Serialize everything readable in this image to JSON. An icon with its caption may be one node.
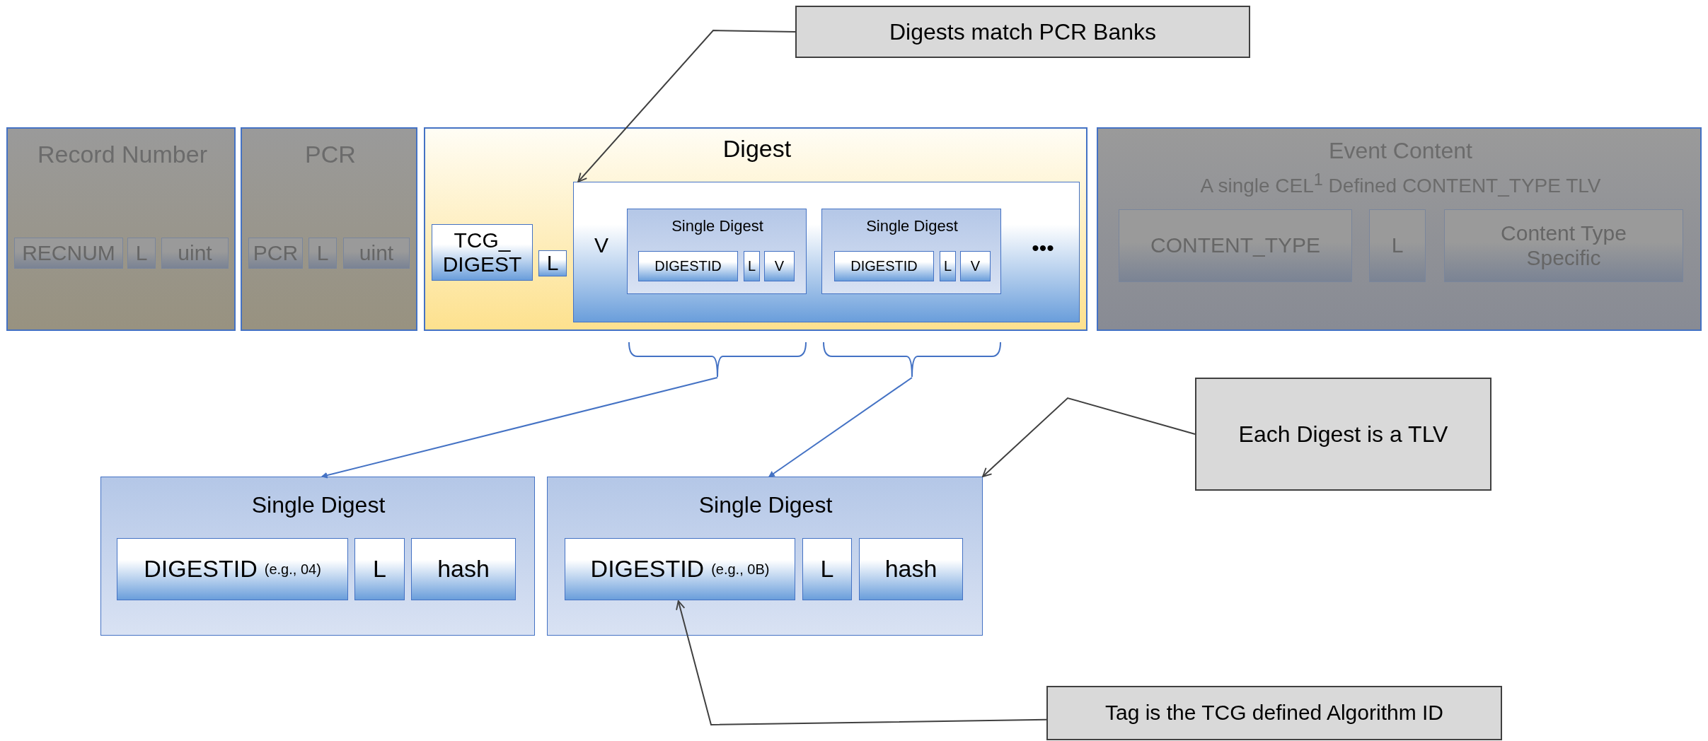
{
  "diagram": {
    "nodes": [
      {
        "text": [
          "Digests match PCR Banks"
        ]
      },
      {
        "text": [
          "Record Number"
        ]
      },
      {
        "text": [
          "RECNUM"
        ],
        "in": 1
      },
      {
        "text": [
          "L"
        ],
        "in": 1
      },
      {
        "text": [
          "uint"
        ],
        "in": 1
      },
      {
        "text": [
          "PCR"
        ]
      },
      {
        "text": [
          "PCR"
        ],
        "in": 5
      },
      {
        "text": [
          "L"
        ],
        "in": 5
      },
      {
        "text": [
          "uint"
        ],
        "in": 5
      },
      {
        "text": [
          "Digest"
        ]
      },
      {
        "text": [
          "TCG_ DIGEST"
        ],
        "in": 9
      },
      {
        "text": [
          "L"
        ],
        "in": 9
      },
      {
        "text": [
          "V",
          "•••"
        ],
        "in": 9
      },
      {
        "text": [
          "Single Digest"
        ],
        "in": 12
      },
      {
        "text": [
          "DIGESTID"
        ],
        "in": 13
      },
      {
        "text": [
          "L"
        ],
        "in": 13
      },
      {
        "text": [
          "V"
        ],
        "in": 13
      },
      {
        "text": [
          "Single Digest"
        ],
        "in": 12
      },
      {
        "text": [
          "DIGESTID"
        ],
        "in": 17
      },
      {
        "text": [
          "L"
        ],
        "in": 17
      },
      {
        "text": [
          "V"
        ],
        "in": 17
      },
      {
        "text": [
          "Event Content",
          "A single CEL$^{1}$ Defined CONTENT_TYPE TLV"
        ]
      },
      {
        "text": [
          "CONTENT_TYPE"
        ],
        "in": 21
      },
      {
        "text": [
          "L"
        ],
        "in": 21
      },
      {
        "text": [
          "Content Type Specific"
        ],
        "in": 21
      },
      {
        "text": [],
        "shape": "brace"
      },
      {
        "text": [],
        "shape": "brace"
      },
      {
        "text": [
          "Each Digest is a TLV"
        ]
      },
      {
        "text": [
          "Single Digest"
        ]
      },
      {
        "text": [
          "DIGESTID",
          "(e.g., 04)"
        ],
        "in": 28
      },
      {
        "text": [
          "L"
        ],
        "in": 28
      },
      {
        "text": [
          "hash"
        ],
        "in": 28
      },
      {
        "text": [
          "Single Digest"
        ]
      },
      {
        "text": [
          "DIGESTID",
          "(e.g., 0B)"
        ],
        "in": 32
      },
      {
        "text": [
          "L"
        ],
        "in": 32
      },
      {
        "text": [
          "hash"
        ],
        "in": 32
      },
      {
        "text": [
          "Tag is the TCG defined Algorithm ID"
        ]
      }
    ],
    "edges": [
      {
        "from": 0,
        "to": 12,
        "arrow": "to"
      },
      {
        "from": 25,
        "to": 28,
        "arrow": "to",
        "color": "#4472c4"
      },
      {
        "from": 26,
        "to": 32,
        "arrow": "to",
        "color": "#4472c4"
      },
      {
        "from": 27,
        "to": 32,
        "arrow": "to"
      },
      {
        "from": 36,
        "to": 33,
        "arrow": "to"
      }
    ]
  }
}
